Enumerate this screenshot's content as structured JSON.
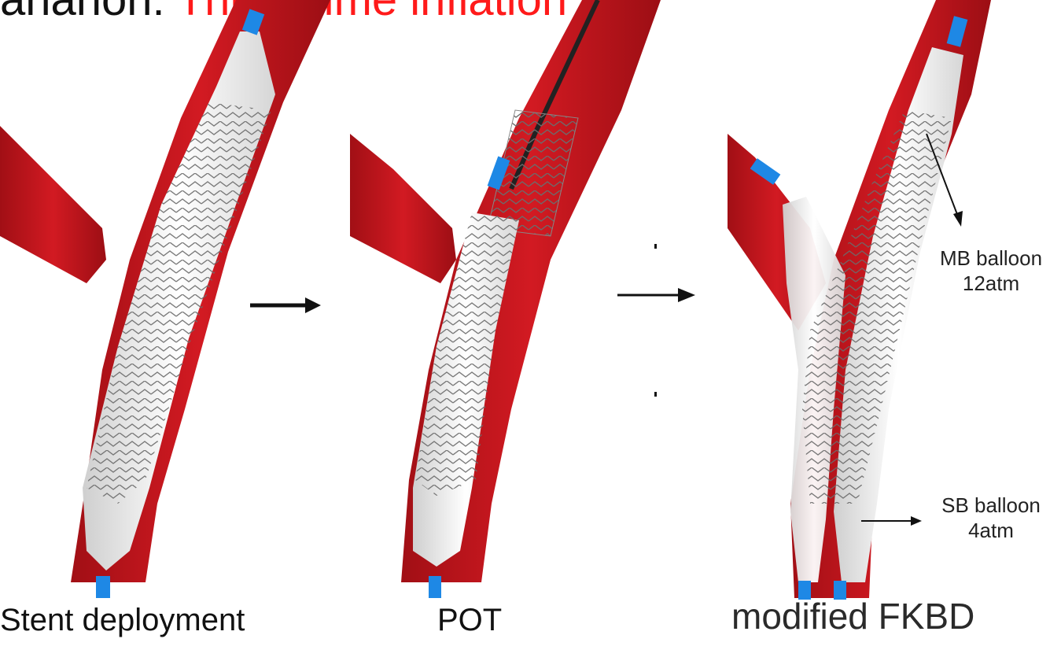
{
  "top_title": {
    "left": "ananon:",
    "right": "Three-time inflation"
  },
  "panels": [
    {
      "caption": "Stent deployment"
    },
    {
      "caption": "POT"
    },
    {
      "caption": "modified FKBD"
    }
  ],
  "annotations": {
    "mb_balloon": {
      "line1": "MB balloon",
      "line2": "12atm"
    },
    "sb_balloon": {
      "line1": "SB balloon",
      "line2": "4atm"
    }
  },
  "colors": {
    "vessel": "#c8161d",
    "vessel_dark": "#8f0d12",
    "balloon": "#f2f2f2",
    "stent": "#6b6b6b",
    "marker": "#1e88e5",
    "title_red": "#ff1a1a"
  }
}
